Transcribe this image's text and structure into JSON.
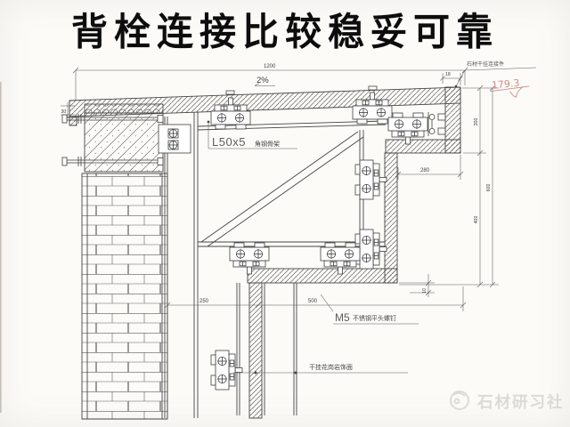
{
  "title": "背栓连接比较稳妥可靠",
  "drawing": {
    "labels": {
      "slope": "2%",
      "angle_steel": "L50x5",
      "angle_steel_desc": "角钢骨架",
      "m5": "M5",
      "m5_desc": "不锈钢平头螺钉",
      "granite_finish": "干挂花岗岩饰面",
      "stone_connector": "石材干挂连接件",
      "handwritten_mark": "179.3"
    },
    "dimensions": {
      "overall_width": "1200",
      "edge_offset": "18",
      "insulation": "30",
      "fascia_upper": "200",
      "fascia_lower": "400",
      "fascia_total": "600",
      "soffit_depth": "280",
      "panel_gap": "10",
      "span_left": "250",
      "span_right": "500"
    }
  },
  "watermark": {
    "brand": "石材研习社"
  },
  "colors": {
    "line": "#454545",
    "paper": "#fcfbf8",
    "red_mark": "#cf8b84",
    "watermark_gray": "#dbdad7"
  }
}
